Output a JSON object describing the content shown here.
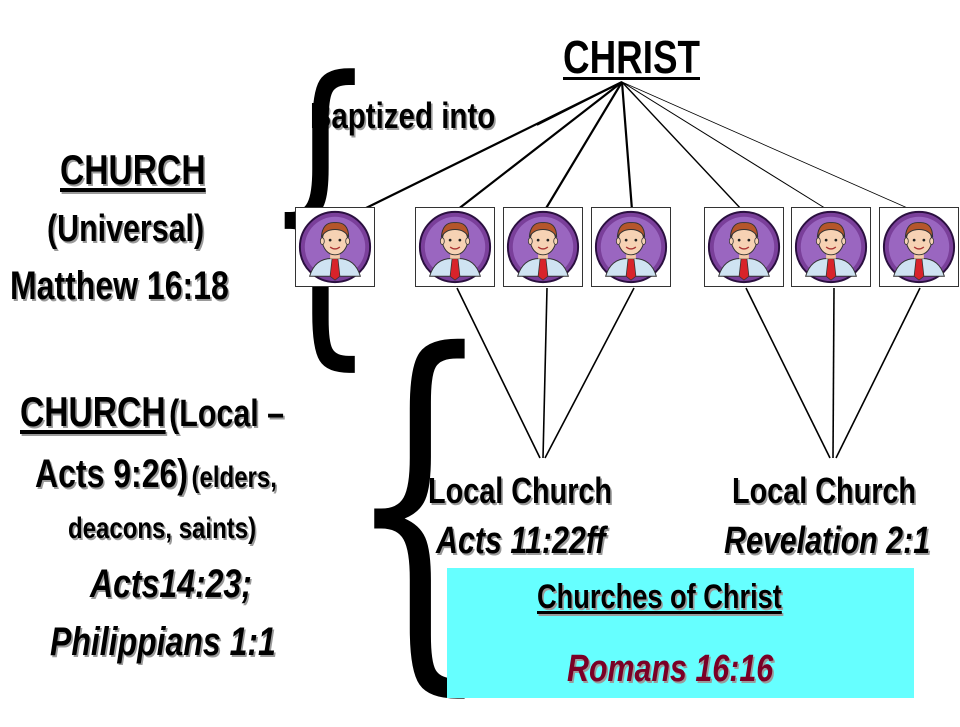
{
  "christ": "CHRIST",
  "baptized": "Baptized into",
  "universal": {
    "title": "CHURCH",
    "sub": "(Universal)",
    "ref": "Matthew 16:18"
  },
  "local": {
    "title": "CHURCH",
    "line1_rest": "(Local –",
    "line2a": "Acts 9:26)",
    "line2b": "(elders,",
    "line3": "deacons, saints)",
    "ref1": "Acts14:23;",
    "ref2": "Philippians 1:1"
  },
  "local_church_1": {
    "label": "Local Church",
    "ref": "Acts 11:22ff"
  },
  "local_church_2": {
    "label": "Local Church",
    "ref": "Revelation 2:1"
  },
  "box": {
    "title": "Churches of Christ",
    "ref": "Romans 16:16",
    "color": "#66ffff"
  },
  "members": [
    "member",
    "member",
    "member",
    "member",
    "member",
    "member",
    "member"
  ]
}
